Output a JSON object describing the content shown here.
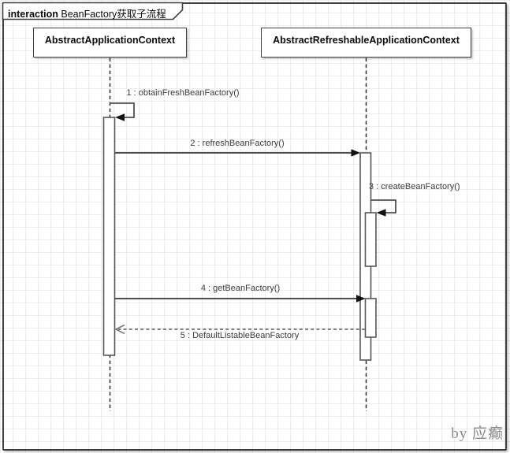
{
  "frame": {
    "keyword": "interaction",
    "title": "BeanFactory获取子流程"
  },
  "lifelines": [
    {
      "name": "AbstractApplicationContext"
    },
    {
      "name": "AbstractRefreshableApplicationContext"
    }
  ],
  "messages": [
    {
      "seq": "1",
      "label": "1 : obtainFreshBeanFactory()",
      "kind": "self-call",
      "from": "AbstractApplicationContext",
      "to": "AbstractApplicationContext"
    },
    {
      "seq": "2",
      "label": "2 : refreshBeanFactory()",
      "kind": "sync-call",
      "from": "AbstractApplicationContext",
      "to": "AbstractRefreshableApplicationContext"
    },
    {
      "seq": "3",
      "label": "3 : createBeanFactory()",
      "kind": "self-call",
      "from": "AbstractRefreshableApplicationContext",
      "to": "AbstractRefreshableApplicationContext"
    },
    {
      "seq": "4",
      "label": "4 : getBeanFactory()",
      "kind": "sync-call",
      "from": "AbstractApplicationContext",
      "to": "AbstractRefreshableApplicationContext"
    },
    {
      "seq": "5",
      "label": "5 : DefaultListableBeanFactory",
      "kind": "return",
      "from": "AbstractRefreshableApplicationContext",
      "to": "AbstractApplicationContext"
    }
  ],
  "watermark": "by 应癫",
  "colors": {
    "line": "#4e4e4e",
    "arrow_fill": "#111111",
    "return_line": "#6f6f6f",
    "lifeline_dash": "#1a1a1a",
    "grid": "#ececec",
    "frame_border": "#3e3e3e"
  }
}
